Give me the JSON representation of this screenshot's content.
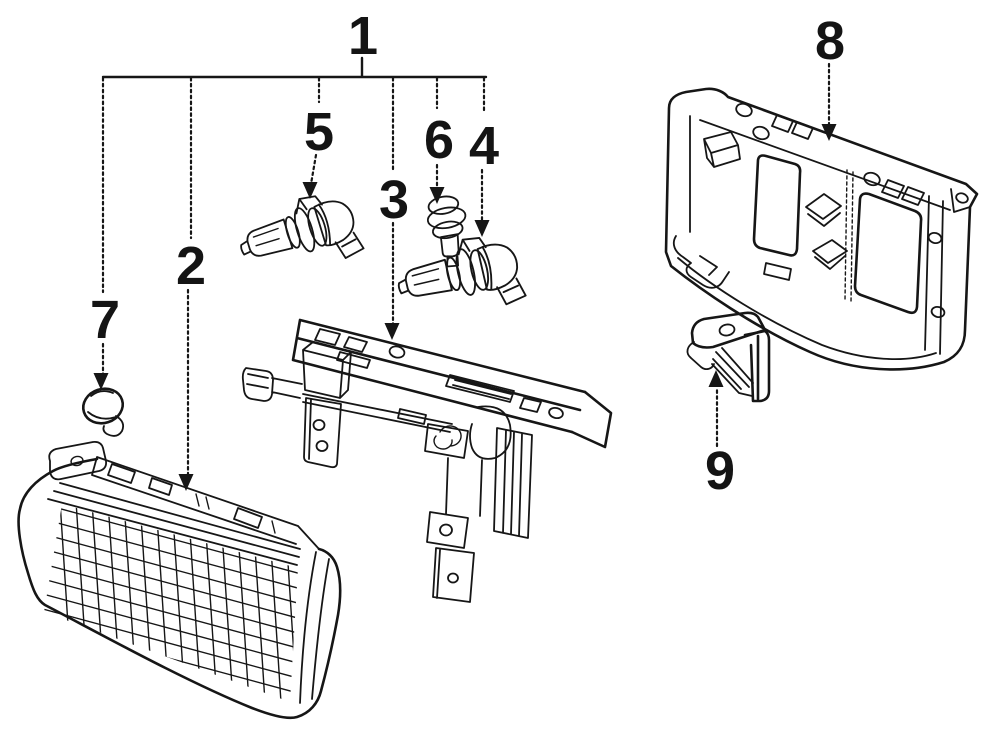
{
  "diagram": {
    "background_color": "#ffffff",
    "line_color": "#161616",
    "callouts": {
      "c1": "1",
      "c2": "2",
      "c3": "3",
      "c4": "4",
      "c5": "5",
      "c6": "6",
      "c7": "7",
      "c8": "8",
      "c9": "9"
    }
  }
}
